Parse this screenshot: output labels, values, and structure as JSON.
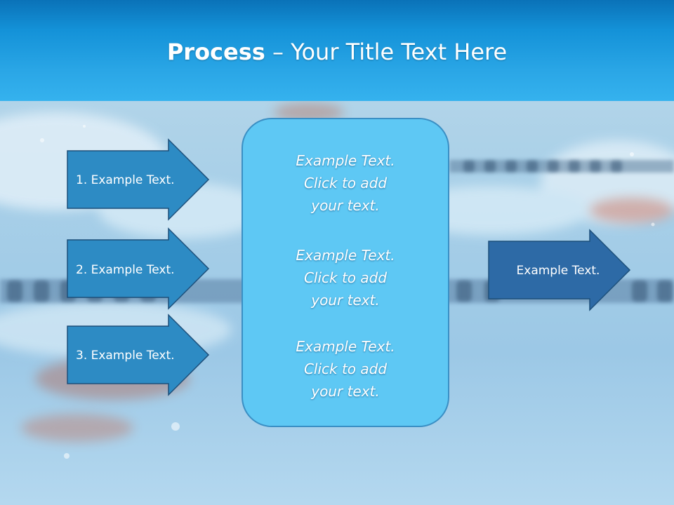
{
  "title": {
    "strong": "Process",
    "rest": " – Your Title Text Here"
  },
  "input_arrows": [
    {
      "label": "1. Example Text."
    },
    {
      "label": "2. Example Text."
    },
    {
      "label": "3. Example Text."
    }
  ],
  "center_box": {
    "blocks": [
      "Example Text.\nClick  to add\nyour text.",
      "Example Text.\nClick  to add\nyour text.",
      "Example Text.\nClick  to add\nyour text."
    ]
  },
  "output_arrow": {
    "label": "Example Text."
  },
  "colors": {
    "header": "#1a9ae0",
    "input_arrow_fill": "#2d8bc4",
    "output_arrow_fill": "#2d6aa6",
    "arrow_border": "#1d4f7a",
    "center_box_fill": "#5ec8f4",
    "center_box_border": "#3a8fc4"
  }
}
